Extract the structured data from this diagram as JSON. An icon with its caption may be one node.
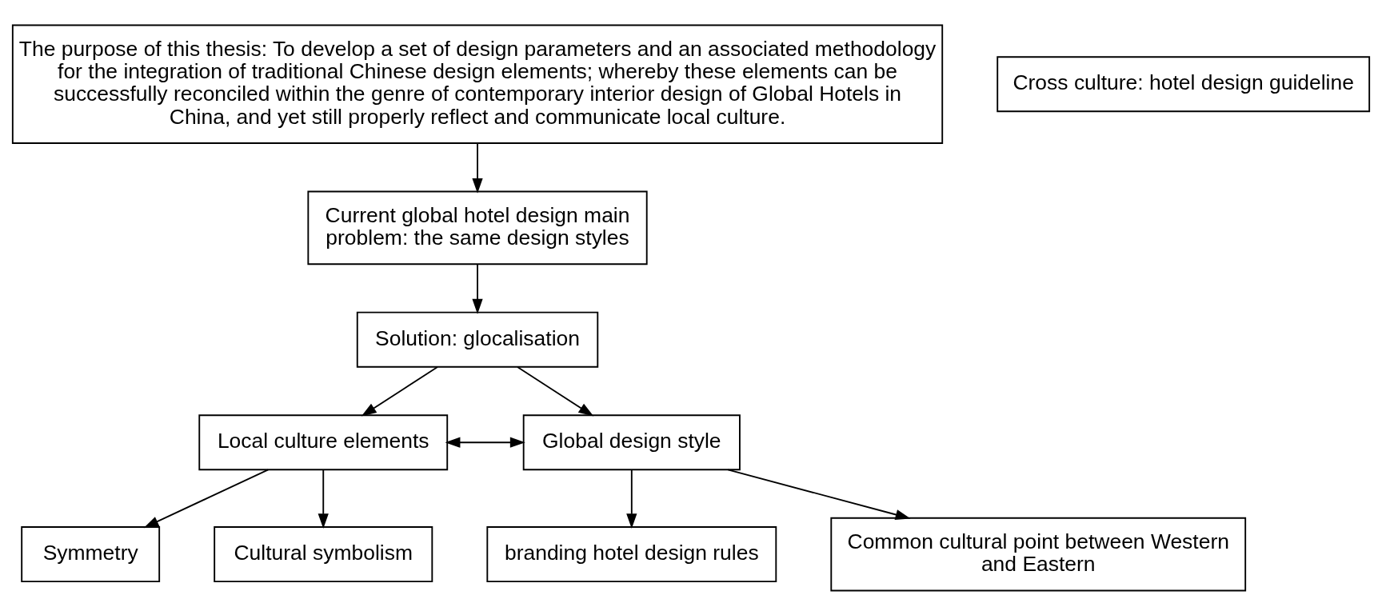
{
  "diagram": {
    "nodes": [
      {
        "text": [
          "The purpose of this thesis: To develop a set of design parameters and an associated methodology for the integration of traditional Chinese design elements; whereby these elements can be successfully reconciled within the genre of contemporary interior design of Global Hotels in China, and yet still properly reflect and communicate local culture."
        ]
      },
      {
        "text": [
          "Current global hotel design main problem: the same design styles"
        ]
      },
      {
        "text": [
          "Solution: glocalisation"
        ]
      },
      {
        "text": [
          "Symmetry"
        ]
      },
      {
        "text": [
          "branding hotel design rules"
        ]
      },
      {
        "text": [
          "Local culture elements"
        ]
      },
      {
        "text": [
          "Global design style"
        ]
      },
      {
        "text": [
          "Common cultural point between Western and Eastern"
        ]
      },
      {
        "text": [
          "Cultural symbolism"
        ]
      },
      {
        "text": [
          "Cross culture: hotel design guideline"
        ]
      }
    ],
    "edges": [
      {
        "from": 0,
        "to": 1,
        "arrow": "to"
      },
      {
        "from": 1,
        "to": 2,
        "arrow": "to"
      },
      {
        "from": 2,
        "to": 5,
        "arrow": "to"
      },
      {
        "from": 2,
        "to": 6,
        "arrow": "to"
      },
      {
        "from": 5,
        "to": 3,
        "arrow": "to"
      },
      {
        "from": 5,
        "to": 8,
        "arrow": "to"
      },
      {
        "from": 6,
        "to": 4,
        "arrow": "to"
      },
      {
        "from": 6,
        "to": 7,
        "arrow": "to"
      },
      {
        "from": 5,
        "to": 6,
        "arrow": "both"
      }
    ]
  }
}
